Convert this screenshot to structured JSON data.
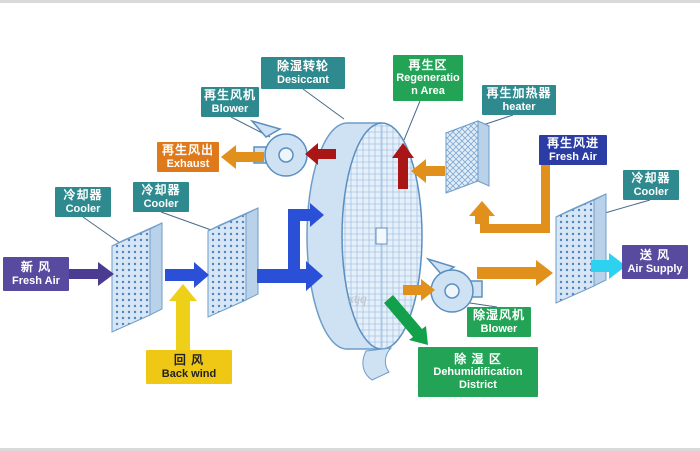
{
  "colors": {
    "label-teal": "#2e8a8e",
    "label-green": "#22a355",
    "label-orange": "#de7a1c",
    "label-blue": "#2b3da4",
    "label-purple": "#584a9e",
    "label-yellow": "#efc715",
    "text-dark": "#222222",
    "arrow-blue": "#2b50d8",
    "arrow-orange": "#e2901c",
    "arrow-red": "#aa1515",
    "arrow-yellow": "#efd018",
    "arrow-cyan": "#2cd2f0",
    "arrow-green": "#13a04a",
    "arrow-purple": "#4b3c92",
    "panel-fill": "#d7e6f5",
    "panel-stroke": "#6e9dc9"
  },
  "labels": {
    "desiccant": {
      "zh": "除湿转轮",
      "en": "Desiccant"
    },
    "regeneration_area": {
      "zh": "再生区",
      "en": "Regeneration Area"
    },
    "regen_blower": {
      "zh": "再生风机",
      "en": "Blower"
    },
    "regen_heater": {
      "zh": "再生加热器",
      "en": "heater"
    },
    "exhaust": {
      "zh": "再生风出",
      "en": "Exhaust"
    },
    "regen_fresh_air": {
      "zh": "再生风进",
      "en": "Fresh Air"
    },
    "cooler_left": {
      "zh": "冷却器",
      "en": "Cooler"
    },
    "cooler_mid": {
      "zh": "冷却器",
      "en": "Cooler"
    },
    "cooler_right": {
      "zh": "冷却器",
      "en": "Cooler"
    },
    "fresh_air": {
      "zh": "新 风",
      "en": "Fresh Air"
    },
    "air_supply": {
      "zh": "送 风",
      "en": "Air Supply"
    },
    "back_wind": {
      "zh": "回 风",
      "en": "Back wind"
    },
    "dehum_blower": {
      "zh": "除湿风机",
      "en": "Blower"
    },
    "dehum_district": {
      "zh": "除 湿 区",
      "en": "Dehumidification District"
    }
  },
  "watermark": "xtjq"
}
